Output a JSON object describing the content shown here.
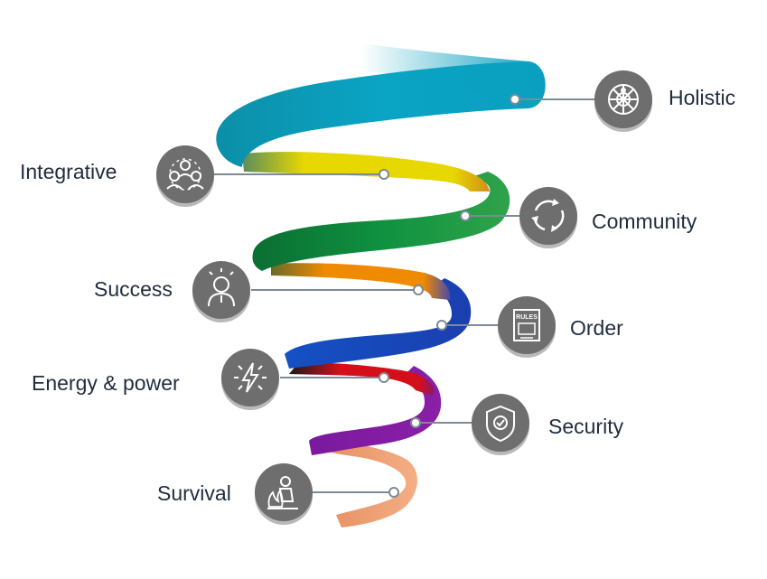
{
  "diagram": {
    "levels": [
      {
        "id": "holistic",
        "label": "Holistic",
        "color": "#0aa1c0",
        "icon": "wheel-icon",
        "side": "right"
      },
      {
        "id": "integrative",
        "label": "Integrative",
        "color": "#e6d800",
        "icon": "people-network-icon",
        "side": "left"
      },
      {
        "id": "community",
        "label": "Community",
        "color": "#0f9140",
        "icon": "cycle-arrows-icon",
        "side": "right"
      },
      {
        "id": "success",
        "label": "Success",
        "color": "#f08a00",
        "icon": "achiever-person-icon",
        "side": "left"
      },
      {
        "id": "order",
        "label": "Order",
        "color": "#1451c4",
        "icon": "rules-book-icon",
        "side": "right"
      },
      {
        "id": "energy",
        "label": "Energy & power",
        "color": "#d40f1a",
        "icon": "lightning-icon",
        "side": "left"
      },
      {
        "id": "security",
        "label": "Security",
        "color": "#7a1a9e",
        "icon": "shield-check-icon",
        "side": "right"
      },
      {
        "id": "survival",
        "label": "Survival",
        "color": "#f2a478",
        "icon": "fire-figure-icon",
        "side": "left"
      }
    ],
    "icon_color": "#6e6e6e",
    "connector_color": "#7d8a96"
  }
}
